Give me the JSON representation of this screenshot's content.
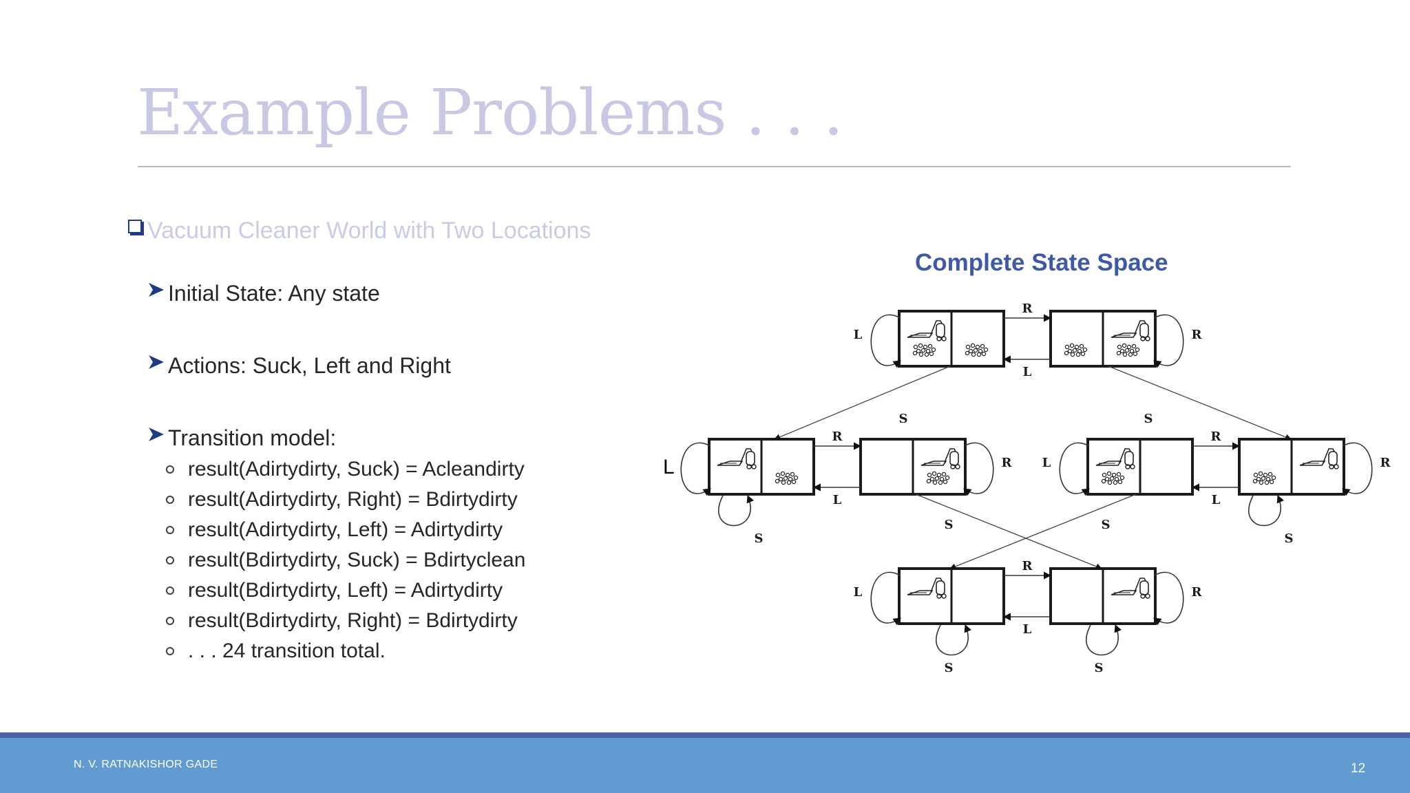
{
  "slide": {
    "title": "Example Problems . . .",
    "section_label": "Vacuum Cleaner World with Two Locations",
    "bullets": [
      {
        "label": "Initial State: Any state"
      },
      {
        "label": " Actions: Suck, Left and Right"
      },
      {
        "label": " Transition model:"
      }
    ],
    "transitions": [
      "result(Adirtydirty, Suck) = Acleandirty",
      "result(Adirtydirty, Right) = Bdirtydirty",
      "result(Adirtydirty, Left) = Adirtydirty",
      "result(Bdirtydirty, Suck) = Bdirtyclean",
      "result(Bdirtydirty, Left) = Adirtydirty",
      "result(Bdirtydirty, Right) = Bdirtydirty",
      ". . . 24 transition total."
    ],
    "diagram_title": "Complete State Space",
    "stray_label": "L",
    "action_labels": {
      "right": "R",
      "left": "L",
      "suck": "S"
    }
  },
  "footer": {
    "author": "N. V. RATNAKISHOR GADE",
    "page_number": "12"
  },
  "colors": {
    "title": "#c8c8e4",
    "section": "#c8cbe6",
    "diagram_title": "#3f5aa4",
    "footer_band": "#629bd1",
    "footer_line": "#4a62a8",
    "bullet_icon": "#1f3a86"
  },
  "diagram_states": [
    {
      "vacuum": "A",
      "dirt_a": true,
      "dirt_b": true
    },
    {
      "vacuum": "B",
      "dirt_a": true,
      "dirt_b": true
    },
    {
      "vacuum": "A",
      "dirt_a": false,
      "dirt_b": true
    },
    {
      "vacuum": "B",
      "dirt_a": false,
      "dirt_b": true
    },
    {
      "vacuum": "A",
      "dirt_a": true,
      "dirt_b": false
    },
    {
      "vacuum": "B",
      "dirt_a": true,
      "dirt_b": false
    },
    {
      "vacuum": "A",
      "dirt_a": false,
      "dirt_b": false
    },
    {
      "vacuum": "B",
      "dirt_a": false,
      "dirt_b": false
    }
  ]
}
